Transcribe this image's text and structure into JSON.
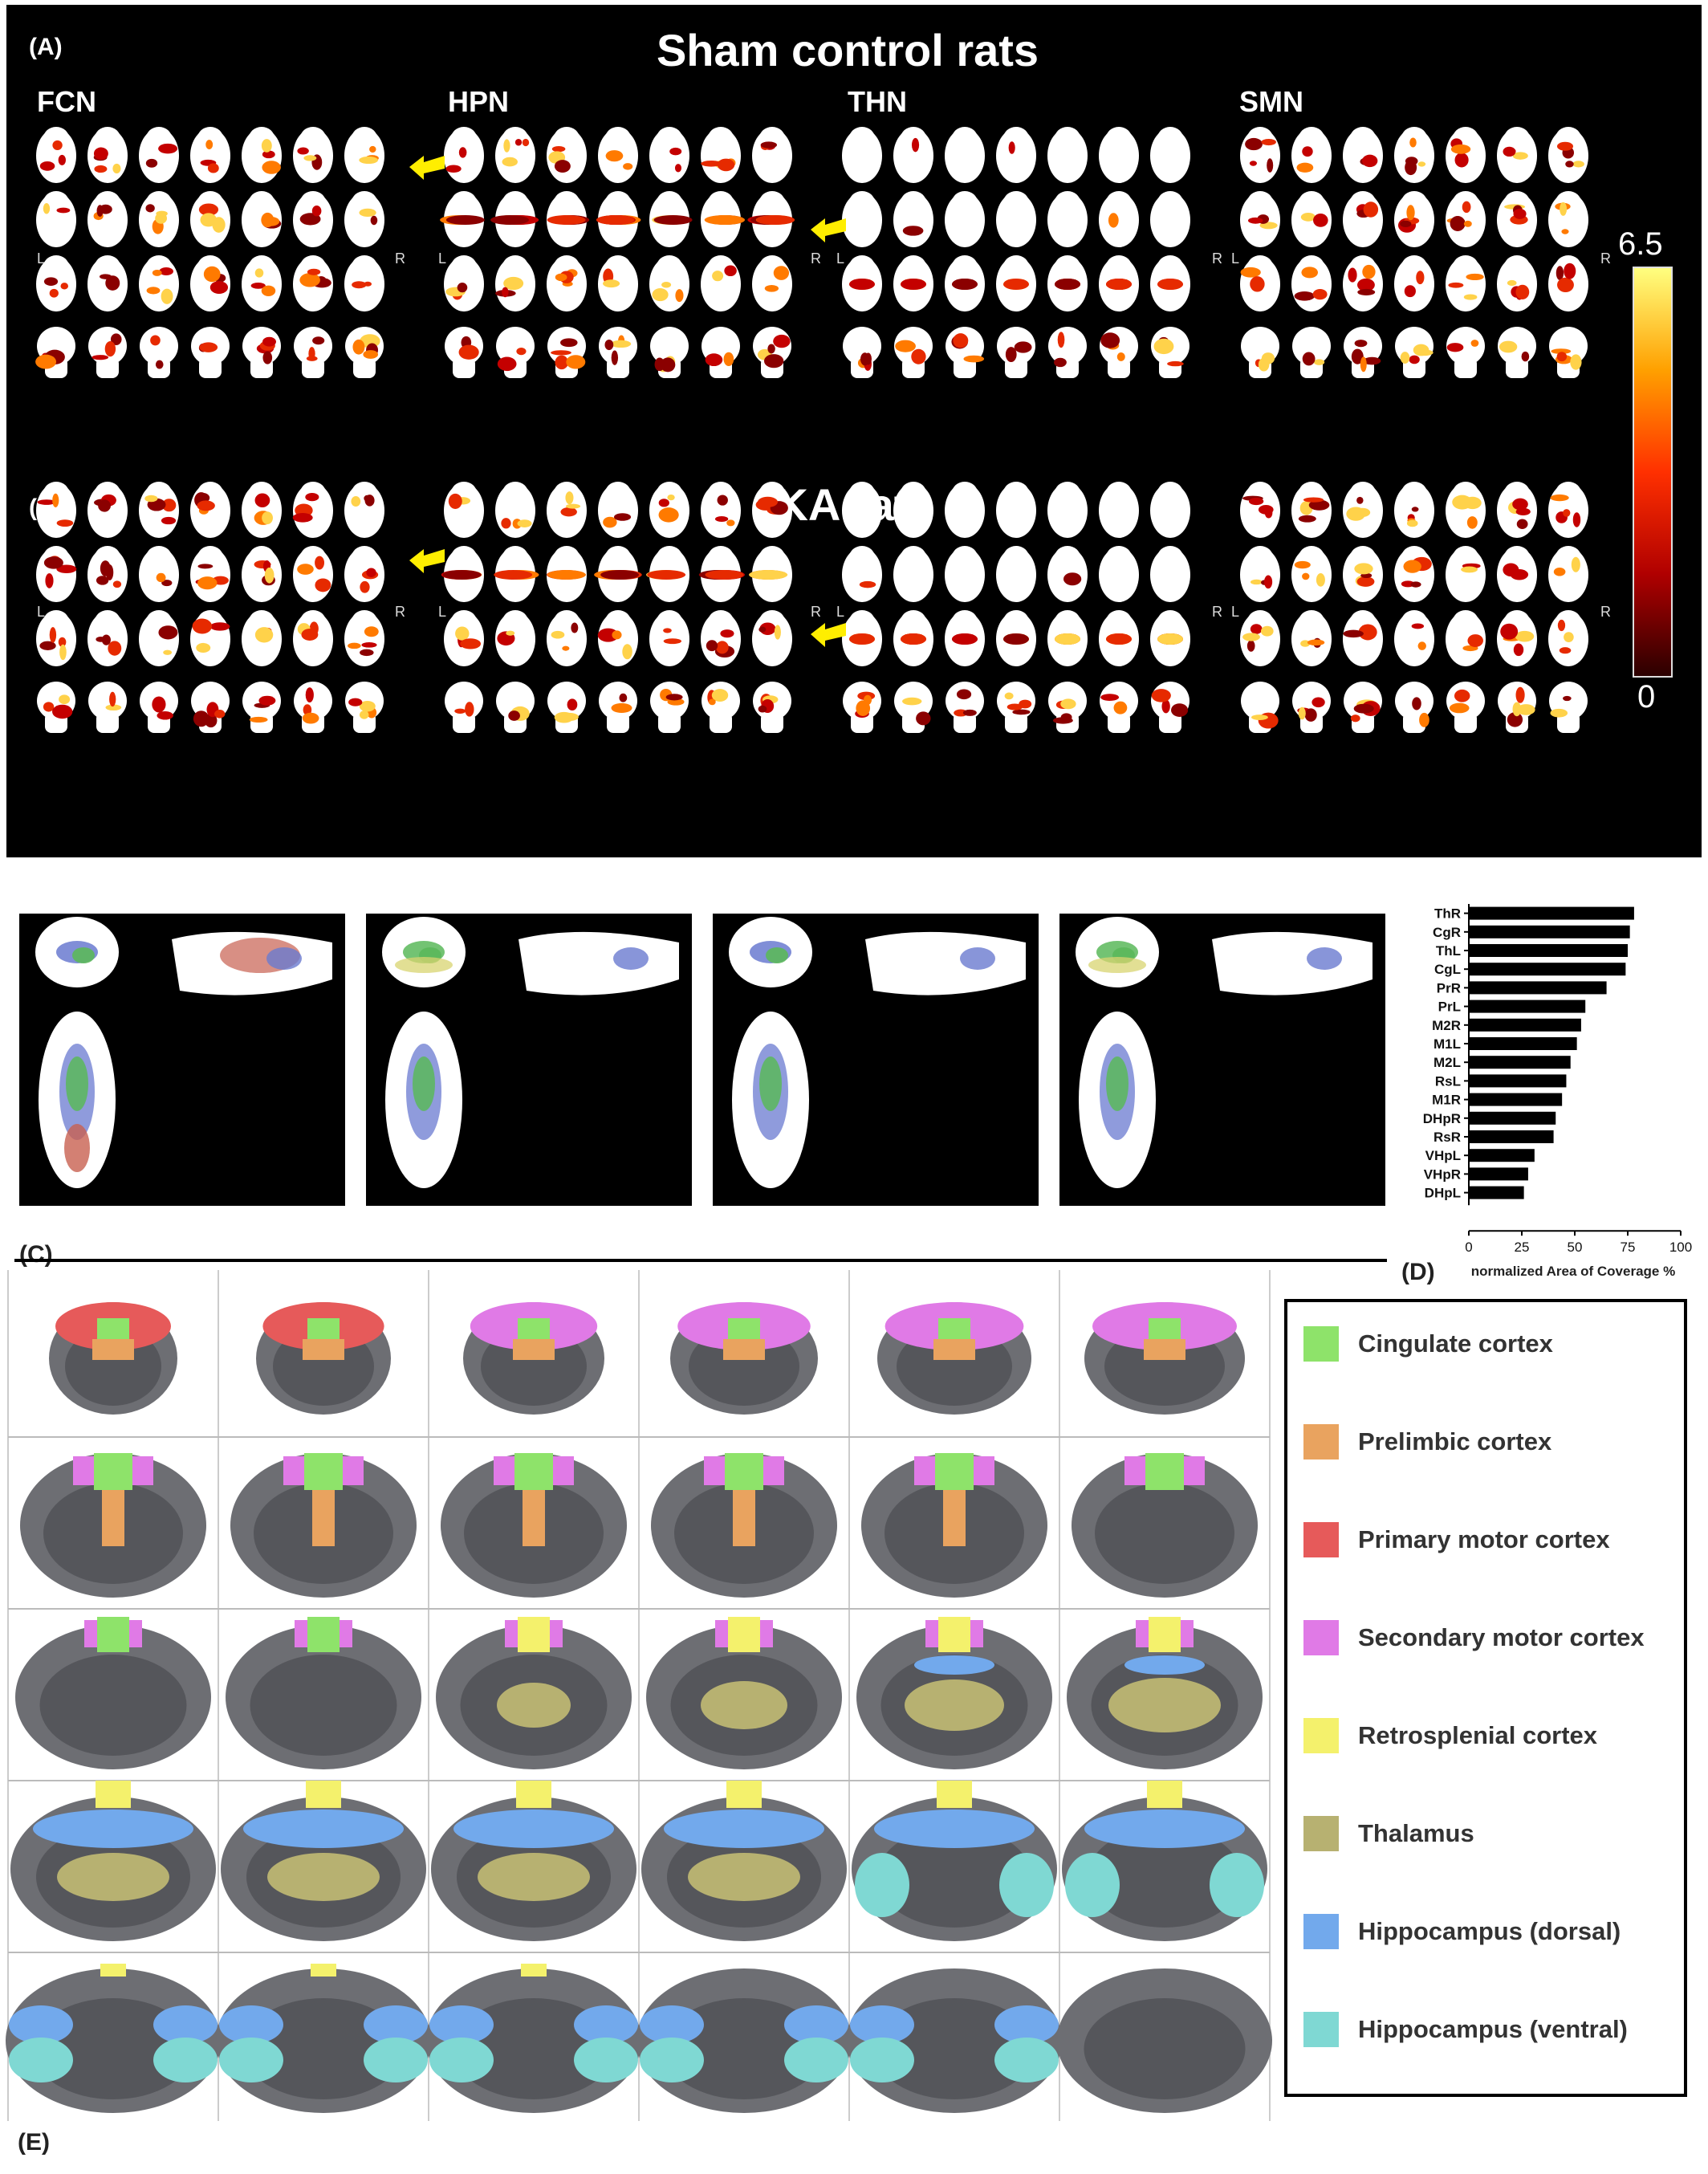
{
  "panel_a": {
    "label": "(A)",
    "title": "Sham control rats",
    "networks": [
      "FCN",
      "HPN",
      "THN",
      "SMN"
    ]
  },
  "panel_b": {
    "label": "(B)",
    "title": "KA rats"
  },
  "lr": {
    "left": "L",
    "right": "R"
  },
  "colorbar": {
    "max": "6.5",
    "min": "0",
    "colors": [
      "#2b0000",
      "#b00000",
      "#ff3000",
      "#ffa000",
      "#ffff80"
    ]
  },
  "panel_c": {
    "label": "(C)"
  },
  "panel_d": {
    "label": "(D)"
  },
  "panel_e": {
    "label": "(E)"
  },
  "chart_data": {
    "type": "bar",
    "orientation": "horizontal",
    "categories": [
      "ThR",
      "CgR",
      "ThL",
      "CgL",
      "PrR",
      "PrL",
      "M2R",
      "M1L",
      "M2L",
      "RsL",
      "M1R",
      "DHpR",
      "RsR",
      "VHpL",
      "VHpR",
      "DHpL"
    ],
    "values": [
      78,
      76,
      75,
      74,
      65,
      55,
      53,
      51,
      48,
      46,
      44,
      41,
      40,
      31,
      28,
      26
    ],
    "xlabel": "normalized Area of Coverage %",
    "xlim": [
      0,
      100
    ],
    "xticks": [
      "0",
      "25",
      "50",
      "75",
      "100"
    ],
    "bar_color": "#000000"
  },
  "legend": [
    {
      "label": "Cingulate cortex",
      "color": "#8ee36a"
    },
    {
      "label": "Prelimbic cortex",
      "color": "#e9a35f"
    },
    {
      "label": "Primary motor cortex",
      "color": "#e65a5a"
    },
    {
      "label": "Secondary motor cortex",
      "color": "#e07ae6"
    },
    {
      "label": "Retrosplenial cortex",
      "color": "#f4f16c"
    },
    {
      "label": "Thalamus",
      "color": "#b7b171"
    },
    {
      "label": "Hippocampus (dorsal)",
      "color": "#72a9ec"
    },
    {
      "label": "Hippocampus (ventral)",
      "color": "#7fd8d3"
    }
  ]
}
